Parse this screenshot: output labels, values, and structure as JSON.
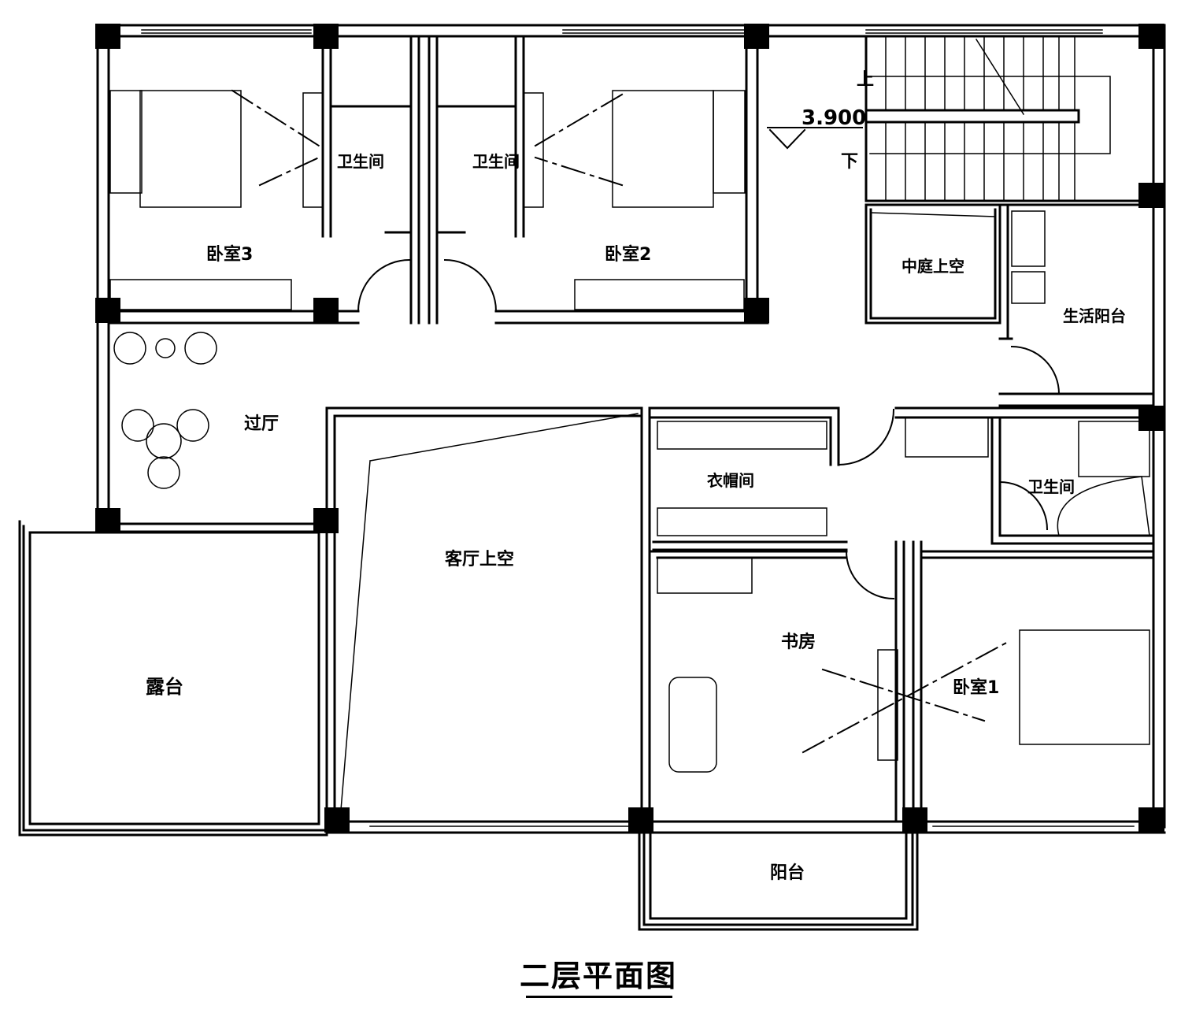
{
  "title": "二层平面图",
  "elevation": "3.900",
  "stair": {
    "up": "上",
    "down": "下"
  },
  "rooms": {
    "bedroom3": "卧室3",
    "bedroom2": "卧室2",
    "bathroom_left": "卫生间",
    "bathroom_right": "卫生间",
    "atrium_void": "中庭上空",
    "service_balcony": "生活阳台",
    "hall": "过厅",
    "living_void": "客厅上空",
    "cloakroom": "衣帽间",
    "bathroom_east": "卫生间",
    "study": "书房",
    "bedroom1": "卧室1",
    "terrace": "露台",
    "balcony": "阳台"
  }
}
